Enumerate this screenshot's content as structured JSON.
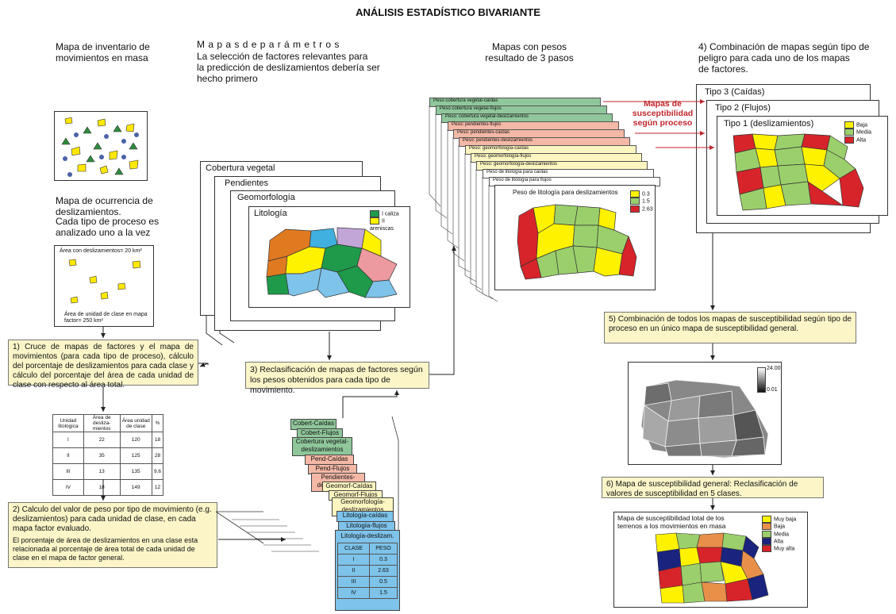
{
  "title": "ANÁLISIS ESTADÍSTICO BIVARIANTE",
  "col1": {
    "heading": [
      "Mapa de inventario de",
      "movimientos en masa"
    ],
    "occurrence": [
      "Mapa de ocurrencia de",
      "deslizamientos."
    ],
    "each": [
      "Cada tipo de proceso es",
      "analizado uno a la vez"
    ],
    "area_top": "Área con deslizamientos= 20 km²",
    "area_bottom": [
      "Área de unidad de clase en mapa",
      "factor= 250 km²"
    ],
    "step1": "1) Cruce de mapas de factores y el mapa de movimientos (para cada tipo de proceso), cálculo del porcentaje de deslizamientos para cada clase y cálculo del porcentaje del área de cada unidad de clase con respecto al área total.",
    "table_headers": [
      "Unidad litológica",
      "Área de desliza-mientos",
      "Área unidad de clase",
      "%"
    ],
    "table_rows": [
      [
        "I",
        "22",
        "120",
        "18"
      ],
      [
        "II",
        "35",
        "125",
        "28"
      ],
      [
        "III",
        "13",
        "135",
        "9.6"
      ],
      [
        "IV",
        "18",
        "149",
        "12"
      ]
    ],
    "step2a": "2) Calculo del valor de peso por tipo de movimiento (e.g. deslizamientos) para cada unidad de clase, en cada mapa factor evaluado.",
    "step2b": "El porcentaje de área de deslizamientos en una clase esta relacionada al porcentaje de área total de cada unidad de clase en el mapa de factor general."
  },
  "col2": {
    "heading1": "M a p a s   d e   p a r á m e t r o s",
    "heading2": [
      "La selección de factores relevantes para",
      "la predicción de deslizamientos debería ser",
      "hecho primero"
    ],
    "cards": [
      "Cobertura vegetal",
      "Pendientes",
      "Geomorfología",
      "Litología"
    ],
    "legend": [
      "I caliza",
      "II areniscas"
    ],
    "step3": "3) Reclasificación de mapas de factores según los pesos obtenidos para cada tipo de movimiento.",
    "stack": [
      "Cobert-Caídas",
      "Cobert-Flujos",
      "Cobertura vegetal- deslizamientos",
      "Pend-Caídas",
      "Pend-Flujos",
      "Pendientes- deslizamientos",
      "Geomorf-Caídas",
      "Geomorf-Flujos",
      "Geomorfología- deslizamientos",
      "Litología-caídas",
      "Litología-flujos",
      "Litología-deslizam."
    ],
    "peso_headers": [
      "CLASE",
      "PESO"
    ],
    "peso_rows": [
      [
        "I",
        "0.3"
      ],
      [
        "II",
        "2.63"
      ],
      [
        "III",
        "0.5"
      ],
      [
        "IV",
        "1.5"
      ]
    ]
  },
  "col3": {
    "heading": [
      "Mapas con pesos",
      "resultado de 3 pasos"
    ],
    "layers": [
      "Peso cobertura vegetal-caídas",
      "Peso cobertura vegetal-flujos",
      "Peso: cobertura vegetal-deslizamientos",
      "Peso: pendientes-flujos",
      "Peso: pendientes-caídas",
      "Peso: pendientes-deslizamientos",
      "Peso: geomorfología-caídas",
      "Peso: geomorfología-flujos",
      "Peso: geomorfología-deslizamientos",
      "Peso de litología para caídas",
      "Peso de litología para flujos",
      "Peso de litología para deslizamientos"
    ],
    "legend": [
      "0.3",
      "1.5",
      "2.63"
    ],
    "red_label": [
      "Mapas de",
      "susceptibilidad",
      "según proceso"
    ]
  },
  "col4": {
    "heading": [
      "4) Combinación de mapas según tipo de",
      "peligro para cada uno de los mapas",
      "de factores."
    ],
    "tipos": [
      "Tipo 3 (Caídas)",
      "Tipo 2 (Flujos)",
      "Tipo 1 (deslizamientos)"
    ],
    "legend": [
      "Baja",
      "Media",
      "Alta"
    ],
    "step5": "5) Combinación de todos los mapas de susceptibilidad según tipo de proceso en un único mapa de susceptibilidad general.",
    "scale": [
      "24.00",
      "0.01"
    ],
    "step6": "6) Mapa de susceptibilidad general: Reclasificación de valores de susceptibilidad en 5 clases.",
    "final_title": [
      "Mapa de susceptibilidad total de los",
      "terrenos a los movimientos en masa"
    ],
    "final_legend": [
      "Muy baja",
      "Baja",
      "Media",
      "Alta",
      "Muy alta"
    ]
  },
  "colors": {
    "green": "#8fc79a",
    "salmon": "#f4b8a6",
    "cream": "#fdf6c0",
    "blue": "#7ec3ea",
    "map_red": "#d7242a",
    "map_yellow": "#fff200",
    "map_green": "#9bcf6b",
    "arrow_red": "#c0262c",
    "box_fill": "#fbf5c8"
  }
}
